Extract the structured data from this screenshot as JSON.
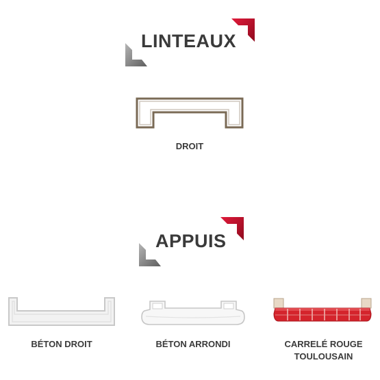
{
  "sections": {
    "linteaux": {
      "title": "LINTEAUX",
      "items": [
        {
          "label": "DROIT",
          "icon": "straight-lintel-icon"
        }
      ]
    },
    "appuis": {
      "title": "APPUIS",
      "items": [
        {
          "label": "BÉTON DROIT",
          "icon": "straight-concrete-sill-icon"
        },
        {
          "label": "BÉTON ARRONDI",
          "icon": "rounded-concrete-sill-icon"
        },
        {
          "label": "CARRELÉ ROUGE",
          "label2": "TOULOUSAIN",
          "icon": "red-tile-sill-icon"
        }
      ]
    }
  },
  "colors": {
    "accent_red": "#c8102e",
    "heading_text": "#3a3a3a",
    "bracket_gray": "#8a8a8a"
  }
}
